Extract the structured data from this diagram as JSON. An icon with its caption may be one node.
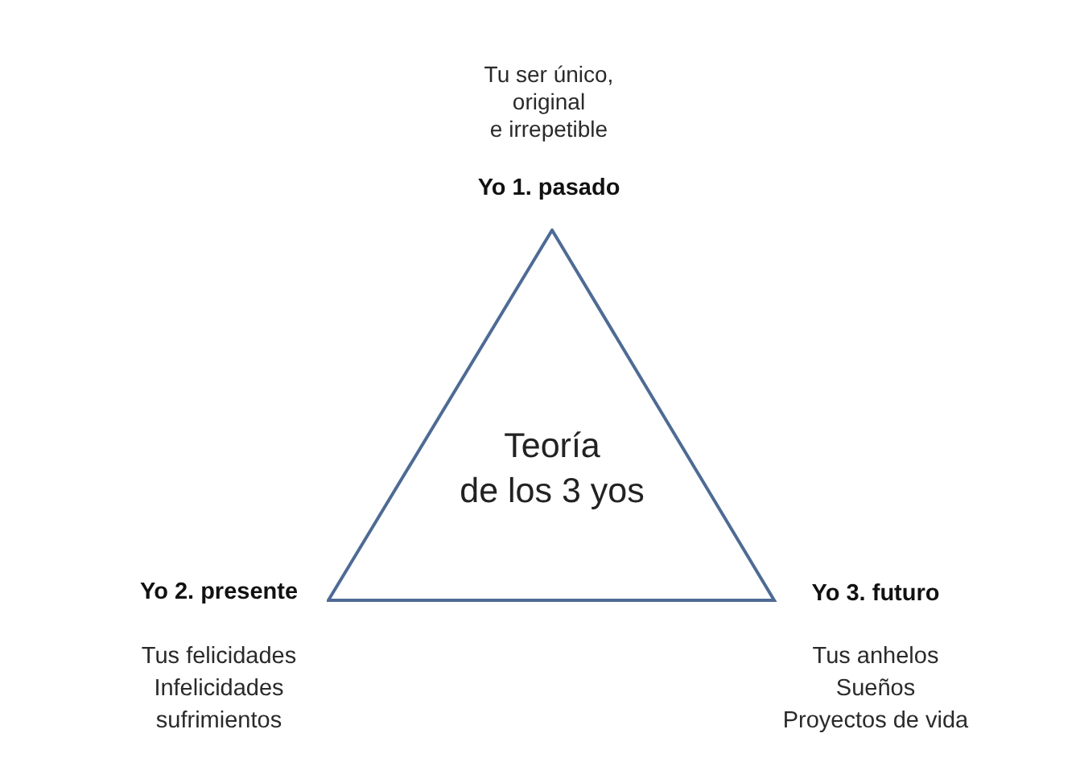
{
  "diagram": {
    "nodes": [
      {
        "text": [
          "Teoría de los 3 yos"
        ]
      }
    ],
    "labels": [
      "Tu ser único, original e irrepetible",
      "Yo 1. pasado",
      "Yo 2. presente",
      "Yo 3. futuro",
      "Tus felicidades Infelicidades sufrimientos",
      "Tus anhelos Sueños Proyectos de vida"
    ]
  }
}
